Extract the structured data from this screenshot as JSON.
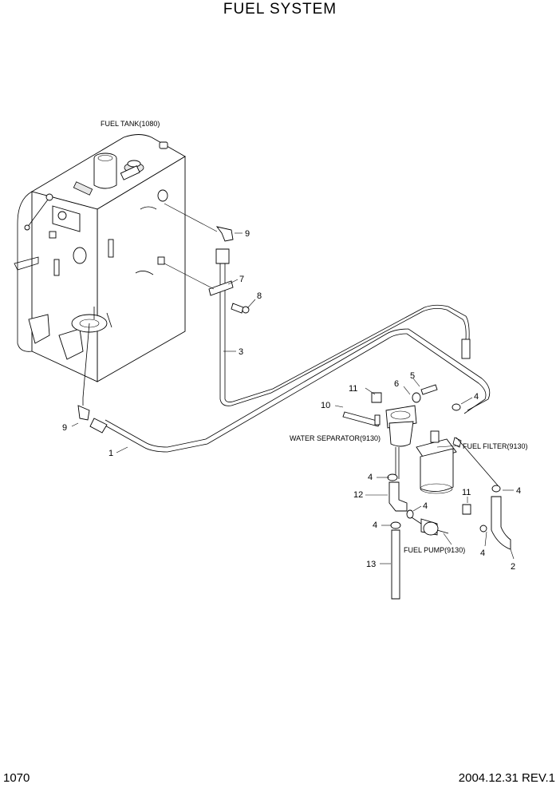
{
  "title": "FUEL SYSTEM",
  "page_number": "1070",
  "revision": "2004.12.31  REV.1",
  "captions": {
    "fuel_tank": "FUEL TANK(1080)",
    "water_separator": "WATER SEPARATOR(9130)",
    "fuel_filter": "FUEL FILTER(9130)",
    "fuel_pump": "FUEL PUMP(9130)"
  },
  "callouts": {
    "c9a": "9",
    "c7": "7",
    "c8": "8",
    "c3": "3",
    "c5": "5",
    "c6": "6",
    "c11a": "11",
    "c10": "10",
    "c4a": "4",
    "c9b": "9",
    "c1": "1",
    "c4b": "4",
    "c12": "12",
    "c4c": "4",
    "c4d": "4",
    "c11b": "11",
    "c4e": "4",
    "c4f": "4",
    "c2": "2",
    "c13": "13"
  }
}
